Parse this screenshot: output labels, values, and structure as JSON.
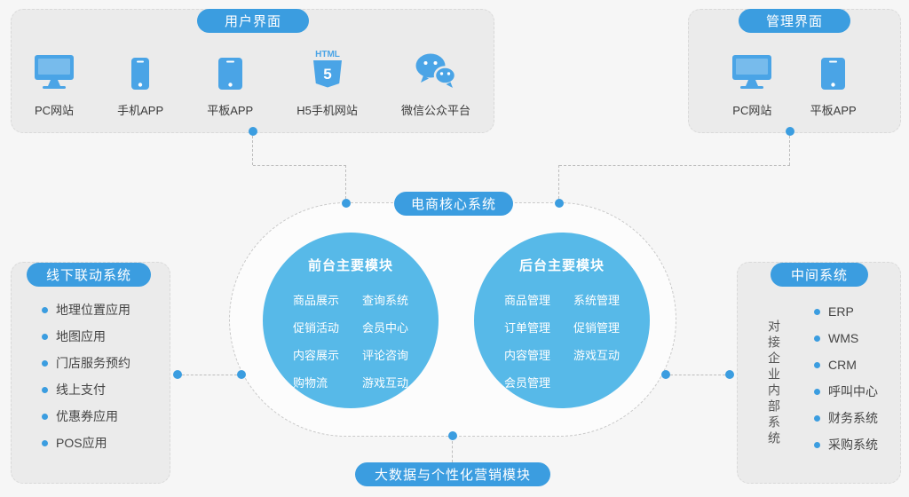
{
  "colors": {
    "accent": "#3b9de0",
    "core_circle": "#57b9e8",
    "icon": "#4aa4e6",
    "panel_bg": "#ebebeb",
    "dashed_line": "#bdbdbd"
  },
  "user_interface_panel": {
    "title": "用户界面",
    "items": [
      {
        "icon": "monitor-icon",
        "label": "PC网站"
      },
      {
        "icon": "phone-icon",
        "label": "手机APP"
      },
      {
        "icon": "tablet-icon",
        "label": "平板APP"
      },
      {
        "icon": "html5-icon",
        "label": "H5手机网站"
      },
      {
        "icon": "wechat-icon",
        "label": "微信公众平台"
      }
    ]
  },
  "admin_panel": {
    "title": "管理界面",
    "items": [
      {
        "icon": "monitor-icon",
        "label": "PC网站"
      },
      {
        "icon": "tablet-icon",
        "label": "平板APP"
      }
    ]
  },
  "offline_panel": {
    "title": "线下联动系统",
    "items": [
      "地理位置应用",
      "地图应用",
      "门店服务预约",
      "线上支付",
      "优惠券应用",
      "POS应用"
    ]
  },
  "middle_panel": {
    "title": "中间系统",
    "vertical_label": "对接企业内部系统",
    "items": [
      "ERP",
      "WMS",
      "CRM",
      "呼叫中心",
      "财务系统",
      "采购系统"
    ]
  },
  "core": {
    "title": "电商核心系统",
    "frontend": {
      "title": "前台主要模块",
      "col1": [
        "商品展示",
        "促销活动",
        "内容展示",
        "购物流"
      ],
      "col2": [
        "查询系统",
        "会员中心",
        "评论咨询",
        "游戏互动"
      ]
    },
    "backend": {
      "title": "后台主要模块",
      "col1": [
        "商品管理",
        "订单管理",
        "内容管理",
        "会员管理"
      ],
      "col2": [
        "系统管理",
        "促销管理",
        "游戏互动"
      ]
    }
  },
  "bottom_label": "大数据与个性化营销模块"
}
